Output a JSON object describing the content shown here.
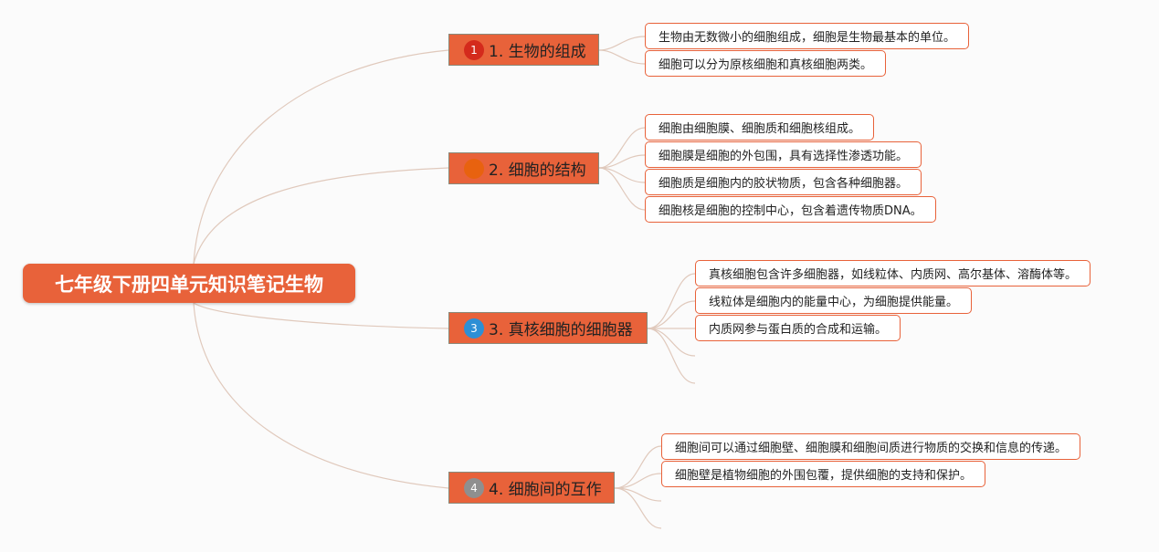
{
  "colors": {
    "accent": "#e8623a",
    "connector": "#e0c9bc",
    "badge1": "#d42a1c",
    "badge2": "#e8620f",
    "badge3": "#2d8fd5",
    "badge4": "#8f8f8f"
  },
  "root": {
    "title": "七年级下册四单元知识笔记生物"
  },
  "branches": [
    {
      "badge": "1",
      "label": "1. 生物的组成",
      "leaves": [
        "生物由无数微小的细胞组成，细胞是生物最基本的单位。",
        "细胞可以分为原核细胞和真核细胞两类。"
      ]
    },
    {
      "badge": "",
      "label": "2. 细胞的结构",
      "leaves": [
        "细胞由细胞膜、细胞质和细胞核组成。",
        "细胞膜是细胞的外包围，具有选择性渗透功能。",
        "细胞质是细胞内的胶状物质，包含各种细胞器。",
        "细胞核是细胞的控制中心，包含着遗传物质DNA。"
      ]
    },
    {
      "badge": "3",
      "label": "3. 真核细胞的细胞器",
      "leaves": [
        "真核细胞包含许多细胞器，如线粒体、内质网、高尔基体、溶酶体等。",
        "线粒体是细胞内的能量中心，为细胞提供能量。",
        "内质网参与蛋白质的合成和运输。"
      ]
    },
    {
      "badge": "4",
      "label": "4. 细胞间的互作",
      "leaves": [
        "细胞间可以通过细胞壁、细胞膜和细胞间质进行物质的交换和信息的传递。",
        "细胞壁是植物细胞的外围包覆，提供细胞的支持和保护。"
      ]
    }
  ]
}
